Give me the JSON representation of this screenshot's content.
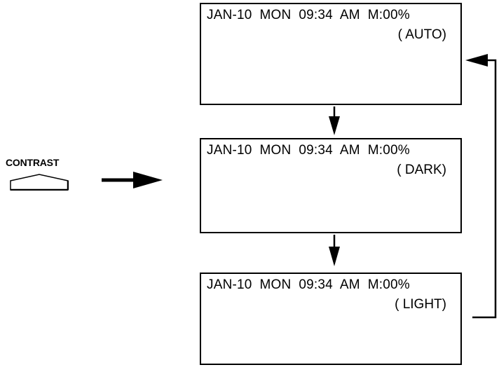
{
  "contrast_key": {
    "label": "CONTRAST"
  },
  "screens": [
    {
      "line1": "JAN-10  MON  09:34  AM  M:00%",
      "mode": "( AUTO)"
    },
    {
      "line1": "JAN-10  MON  09:34  AM  M:00%",
      "mode": "( DARK)"
    },
    {
      "line1": "JAN-10  MON  09:34  AM  M:00%",
      "mode": "( LIGHT)"
    }
  ],
  "colors": {
    "ink": "#000000",
    "paper": "#ffffff"
  }
}
